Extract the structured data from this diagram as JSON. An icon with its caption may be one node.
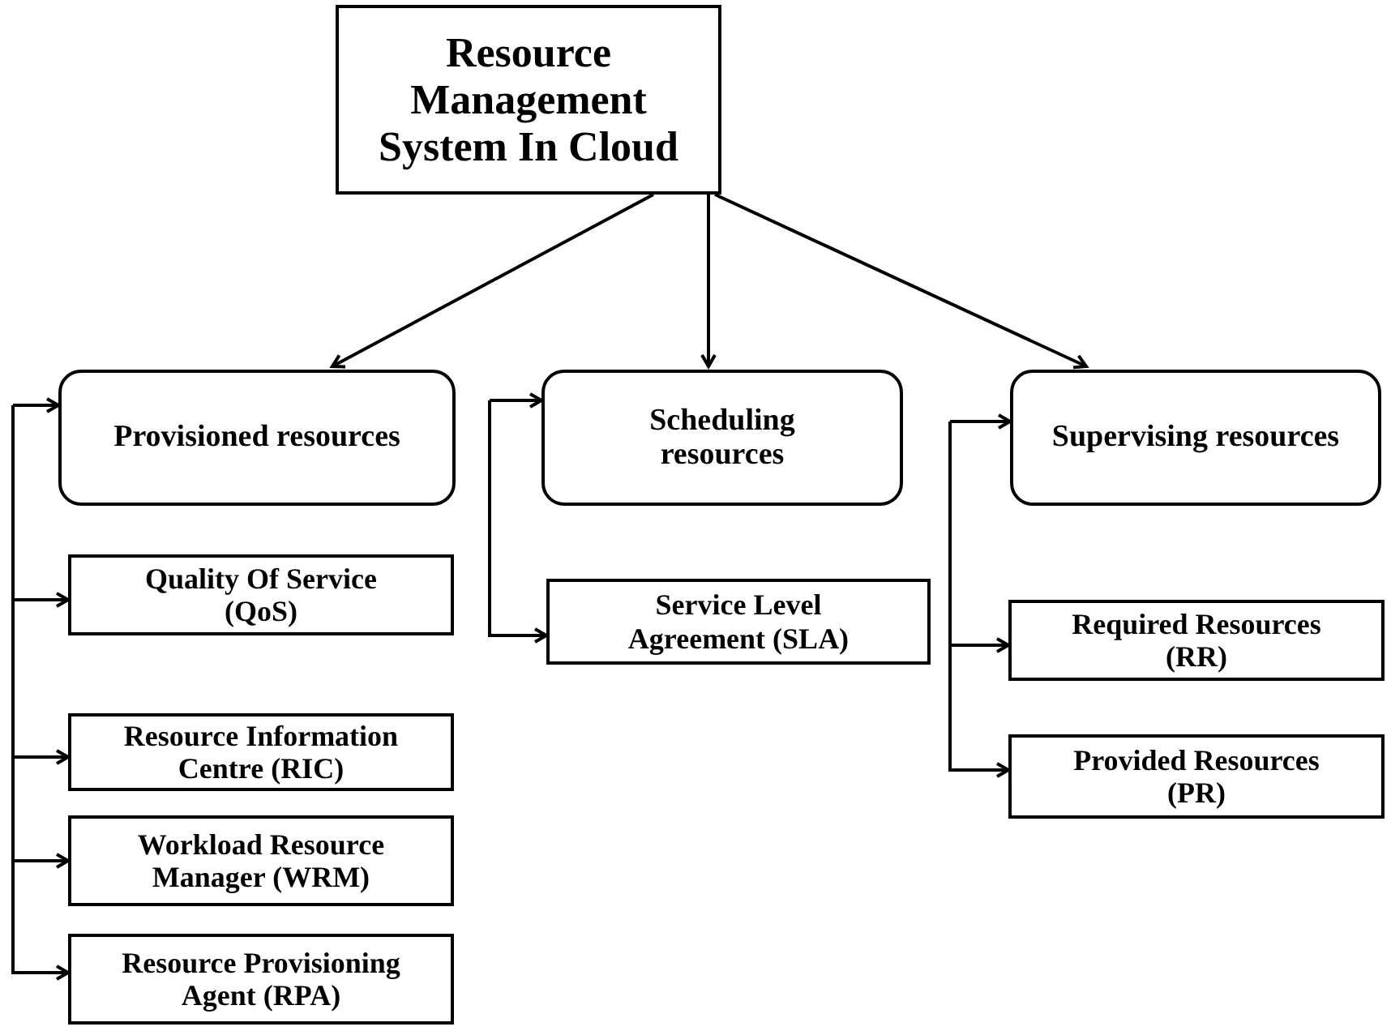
{
  "diagram": {
    "nodes": [
      {
        "text": [
          "Resource Management System In Cloud"
        ]
      },
      {
        "text": [
          "Provisioned resources"
        ]
      },
      {
        "text": [
          "Scheduling resources"
        ]
      },
      {
        "text": [
          "Supervising resources"
        ]
      },
      {
        "text": [
          "Quality Of Service (QoS)"
        ]
      },
      {
        "text": [
          "Resource Information Centre (RIC)"
        ]
      },
      {
        "text": [
          "Workload Resource Manager (WRM)"
        ]
      },
      {
        "text": [
          "Resource Provisioning Agent (RPA)"
        ]
      },
      {
        "text": [
          "Service Level Agreement (SLA)"
        ]
      },
      {
        "text": [
          "Required Resources (RR)"
        ]
      },
      {
        "text": [
          "Provided Resources (PR)"
        ]
      }
    ],
    "edges": [
      {
        "from": 0,
        "to": 1,
        "arrow": "to"
      },
      {
        "from": 0,
        "to": 2,
        "arrow": "to"
      },
      {
        "from": 0,
        "to": 3,
        "arrow": "to"
      },
      {
        "from": null,
        "to": 1,
        "arrow": "to"
      },
      {
        "from": null,
        "to": 4,
        "arrow": "to"
      },
      {
        "from": null,
        "to": 5,
        "arrow": "to"
      },
      {
        "from": null,
        "to": 6,
        "arrow": "to"
      },
      {
        "from": null,
        "to": 7,
        "arrow": "to"
      },
      {
        "from": null,
        "to": 2,
        "arrow": "to"
      },
      {
        "from": null,
        "to": 8,
        "arrow": "to"
      },
      {
        "from": null,
        "to": 3,
        "arrow": "to"
      },
      {
        "from": null,
        "to": 9,
        "arrow": "to"
      },
      {
        "from": null,
        "to": 10,
        "arrow": "to"
      }
    ]
  }
}
